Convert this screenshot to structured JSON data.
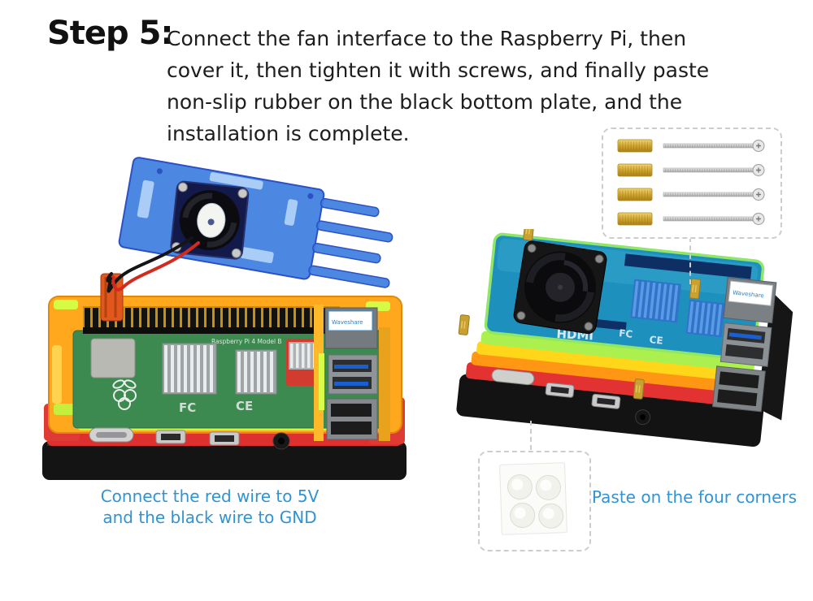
{
  "header": {
    "step_label": "Step 5:",
    "instruction_lines": [
      "Connect the fan interface to the Raspberry Pi, then",
      "cover it, then tighten it with screws, and finally paste",
      "non-slip rubber on the black bottom plate, and the",
      "installation is complete."
    ]
  },
  "captions": {
    "left_line1": "Connect the red wire to 5V",
    "left_line2": "and the black wire to GND",
    "right": "Paste on the four corners"
  },
  "labels": {
    "board_silkscreen": "Raspberry Pi 4 Model B",
    "fcc_mark": "FC",
    "ce_mark": "CE",
    "hdmi_print": "HDMI",
    "ethernet_sticker": "Waveshare"
  },
  "parts": {
    "standoff_count": 4,
    "screw_count": 4,
    "rubber_pad_count": 4
  },
  "colors": {
    "caption_blue": "#3093d3",
    "dash_gray": "#cdcdcd",
    "cover_blue": "#3d7de0",
    "assembled_cover_teal": "#1e90bd",
    "pcb_green": "#3c8a50",
    "case_orange": "#ffa81e",
    "case_red": "#e23232",
    "case_yellow": "#ffd61a",
    "case_neon_green": "#abf04f",
    "bottom_plate_black": "#141414",
    "standoff_gold": "#c9a032",
    "wire_red": "#d42a1e",
    "wire_black": "#151515"
  }
}
